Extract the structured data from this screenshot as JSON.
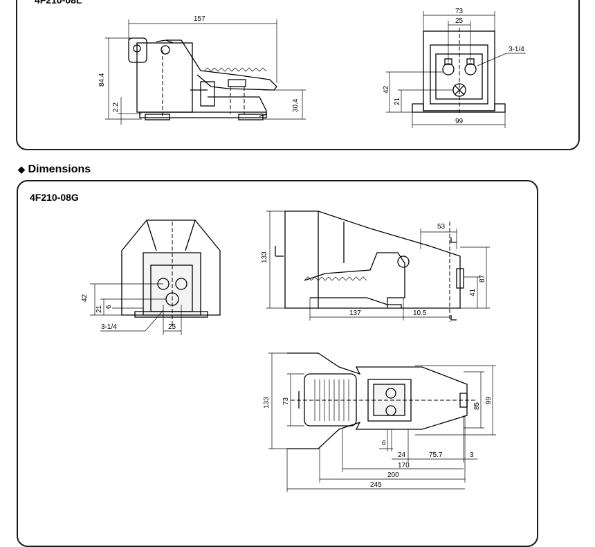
{
  "top_panel": {
    "model": "4F210-08L",
    "dims": {
      "len157": "157",
      "h84": "84.4",
      "h22": "2.2",
      "h304": "30.4",
      "w73": "73",
      "w25": "25",
      "port": "3-1/4",
      "h42": "42",
      "h21": "21",
      "w99": "99"
    }
  },
  "section_title": "Dimensions",
  "bottom_panel": {
    "model": "4F210-08G",
    "front": {
      "h42": "42",
      "h21": "21",
      "h6": "6",
      "port": "3-1/4",
      "w25": "25"
    },
    "side": {
      "h133": "133",
      "w53": "53",
      "h87": "87",
      "h41": "41",
      "w137": "137",
      "w105": "10.5"
    },
    "plan": {
      "h133": "133",
      "h73": "73",
      "h85": "85",
      "h99": "99",
      "w6": "6",
      "w24": "24",
      "w757": "75.7",
      "w3": "3",
      "w170": "170",
      "w200": "200",
      "w245": "245"
    }
  }
}
